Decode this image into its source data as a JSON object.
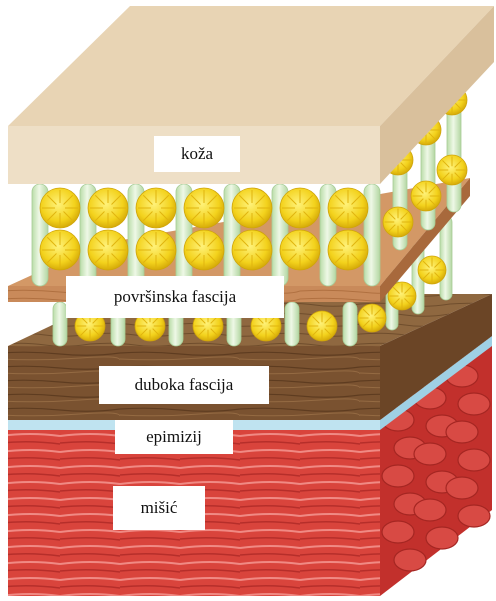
{
  "labels": {
    "skin": "koža",
    "superficial_fascia": "površinska fascija",
    "deep_fascia": "duboka fascija",
    "epimysium": "epimizij",
    "muscle": "mišić"
  },
  "colors": {
    "skin_top": "#e8d4b4",
    "skin_front": "#eedfc6",
    "skin_side": "#d9c09c",
    "fat_globule": "#f3d21c",
    "fiber_column": "#d5ecc8",
    "superficial_fascia": "#c98a5a",
    "deep_fascia_front": "#7a5230",
    "deep_fascia_top": "#8f6840",
    "epimysium": "#bfe3f0",
    "muscle_front": "#d9443c",
    "muscle_side": "#c2302c",
    "muscle_highlight": "#f08a84"
  }
}
